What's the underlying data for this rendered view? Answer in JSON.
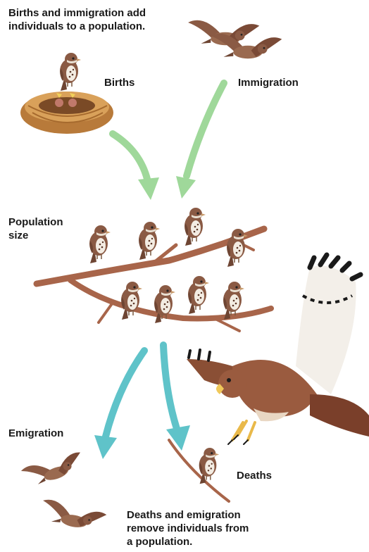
{
  "top_caption": [
    "Births and immigration add",
    "individuals to a population."
  ],
  "labels": {
    "births": "Births",
    "immigration": "Immigration",
    "population_size": [
      "Population",
      "size"
    ],
    "emigration": "Emigration",
    "deaths": "Deaths"
  },
  "bottom_caption": [
    "Deaths and emigration",
    "remove individuals from",
    "a population."
  ],
  "colors": {
    "inflow_arrow": "#9fd89a",
    "outflow_arrow": "#5fc3c9",
    "branch": "#a8654a",
    "sparrow_body": "#8a5a44",
    "nest": "#d9a15a",
    "hawk_body": "#9a5b3f",
    "hawk_wing": "#f3efe9"
  },
  "icons": [
    "nest-icon",
    "sparrow-icon",
    "hawk-icon",
    "branch-icon",
    "arrow-icon"
  ]
}
